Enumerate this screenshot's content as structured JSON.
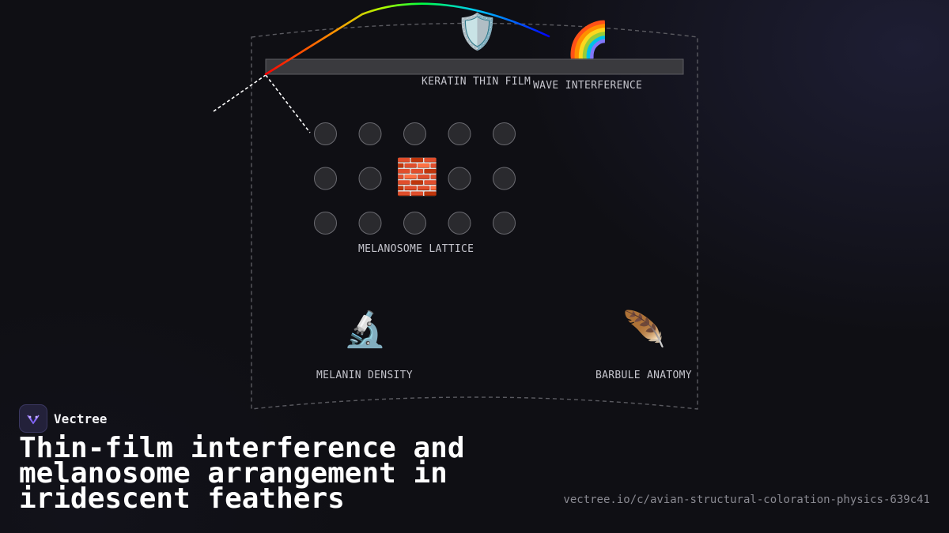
{
  "diagram": {
    "labels": {
      "film": "KERATIN THIN FILM",
      "wave": "WAVE INTERFERENCE",
      "lattice": "MELANOSOME LATTICE",
      "density": "MELANIN DENSITY",
      "barbule": "BARBULE ANATOMY"
    },
    "icons": {
      "shield": "🛡️",
      "rainbow": "🌈",
      "brick": "🧱",
      "microscope": "🔬",
      "feather": "🪶"
    },
    "lattice": {
      "rows": 3,
      "cols": 5,
      "replaced_cell": [
        1,
        2
      ]
    },
    "colors": {
      "background": "#0f0f14",
      "film": "#3a3a3e",
      "granule": "#2a2a2e",
      "granule_stroke": "#6a6a70",
      "frame": "#5a5a60",
      "spectrum": [
        "#ff0000",
        "#ff8c00",
        "#ffff00",
        "#00ff00",
        "#00bfff",
        "#0000ff"
      ]
    }
  },
  "brand": {
    "name": "Vectree"
  },
  "title": "Thin-film interference and melanosome arrangement in iridescent feathers",
  "url": "vectree.io/c/avian-structural-coloration-physics-639c41"
}
